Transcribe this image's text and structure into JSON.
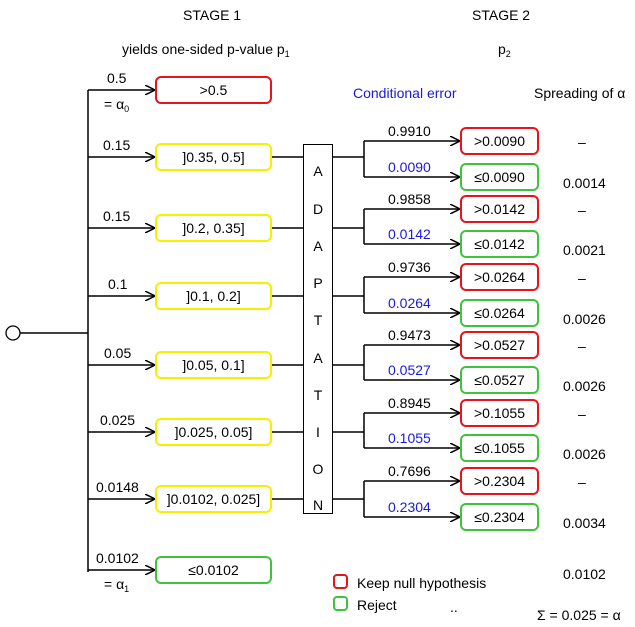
{
  "header": {
    "stage1": "STAGE 1",
    "stage2": "STAGE 2",
    "stage1_sub": "yields one-sided p-value  p",
    "stage1_sub_index": "1",
    "p2": "p",
    "p2_index": "2",
    "conditional_error": "Conditional error",
    "spreading": "Spreading of α"
  },
  "branches": [
    {
      "prob": "0.5",
      "alpha_eq": "= α",
      "alpha_index": "0",
      "interval": ">0.5",
      "kind": "red"
    },
    {
      "prob": "0.15",
      "interval": "]0.35, 0.5]",
      "kind": "yellow",
      "upper": {
        "ce": "0.9910",
        "box": ">0.0090",
        "spread": "–"
      },
      "lower": {
        "ce": "0.0090",
        "box": "≤0.0090",
        "spread": "0.0014"
      }
    },
    {
      "prob": "0.15",
      "interval": "]0.2, 0.35]",
      "kind": "yellow",
      "upper": {
        "ce": "0.9858",
        "box": ">0.0142",
        "spread": "–"
      },
      "lower": {
        "ce": "0.0142",
        "box": "≤0.0142",
        "spread": "0.0021"
      }
    },
    {
      "prob": "0.1",
      "interval": "]0.1, 0.2]",
      "kind": "yellow",
      "upper": {
        "ce": "0.9736",
        "box": ">0.0264",
        "spread": "–"
      },
      "lower": {
        "ce": "0.0264",
        "box": "≤0.0264",
        "spread": "0.0026"
      }
    },
    {
      "prob": "0.05",
      "interval": "]0.05, 0.1]",
      "kind": "yellow",
      "upper": {
        "ce": "0.9473",
        "box": ">0.0527",
        "spread": "–"
      },
      "lower": {
        "ce": "0.0527",
        "box": "≤0.0527",
        "spread": "0.0026"
      }
    },
    {
      "prob": "0.025",
      "interval": "]0.025, 0.05]",
      "kind": "yellow",
      "upper": {
        "ce": "0.8945",
        "box": ">0.1055",
        "spread": "–"
      },
      "lower": {
        "ce": "0.1055",
        "box": "≤0.1055",
        "spread": "0.0026"
      }
    },
    {
      "prob": "0.0148",
      "interval": "]0.0102, 0.025]",
      "kind": "yellow",
      "upper": {
        "ce": "0.7696",
        "box": ">0.2304",
        "spread": "–"
      },
      "lower": {
        "ce": "0.2304",
        "box": "≤0.2304",
        "spread": "0.0034"
      }
    },
    {
      "prob": "0.0102",
      "alpha_eq": "= α",
      "alpha_index": "1",
      "interval": "≤0.0102",
      "kind": "green",
      "spread": "0.0102"
    }
  ],
  "adaptation_letters": [
    "A",
    "D",
    "A",
    "P",
    "T",
    "A",
    "T",
    "I",
    "O",
    "N"
  ],
  "legend": {
    "keep": "Keep null hypothesis",
    "reject": "Reject",
    "dots": ".."
  },
  "sum": "Σ = 0.025 = α",
  "colors": {
    "red": "#e8141b",
    "yellow": "#f5f000",
    "green": "#3ec43c",
    "blue": "#1a1ad9"
  }
}
